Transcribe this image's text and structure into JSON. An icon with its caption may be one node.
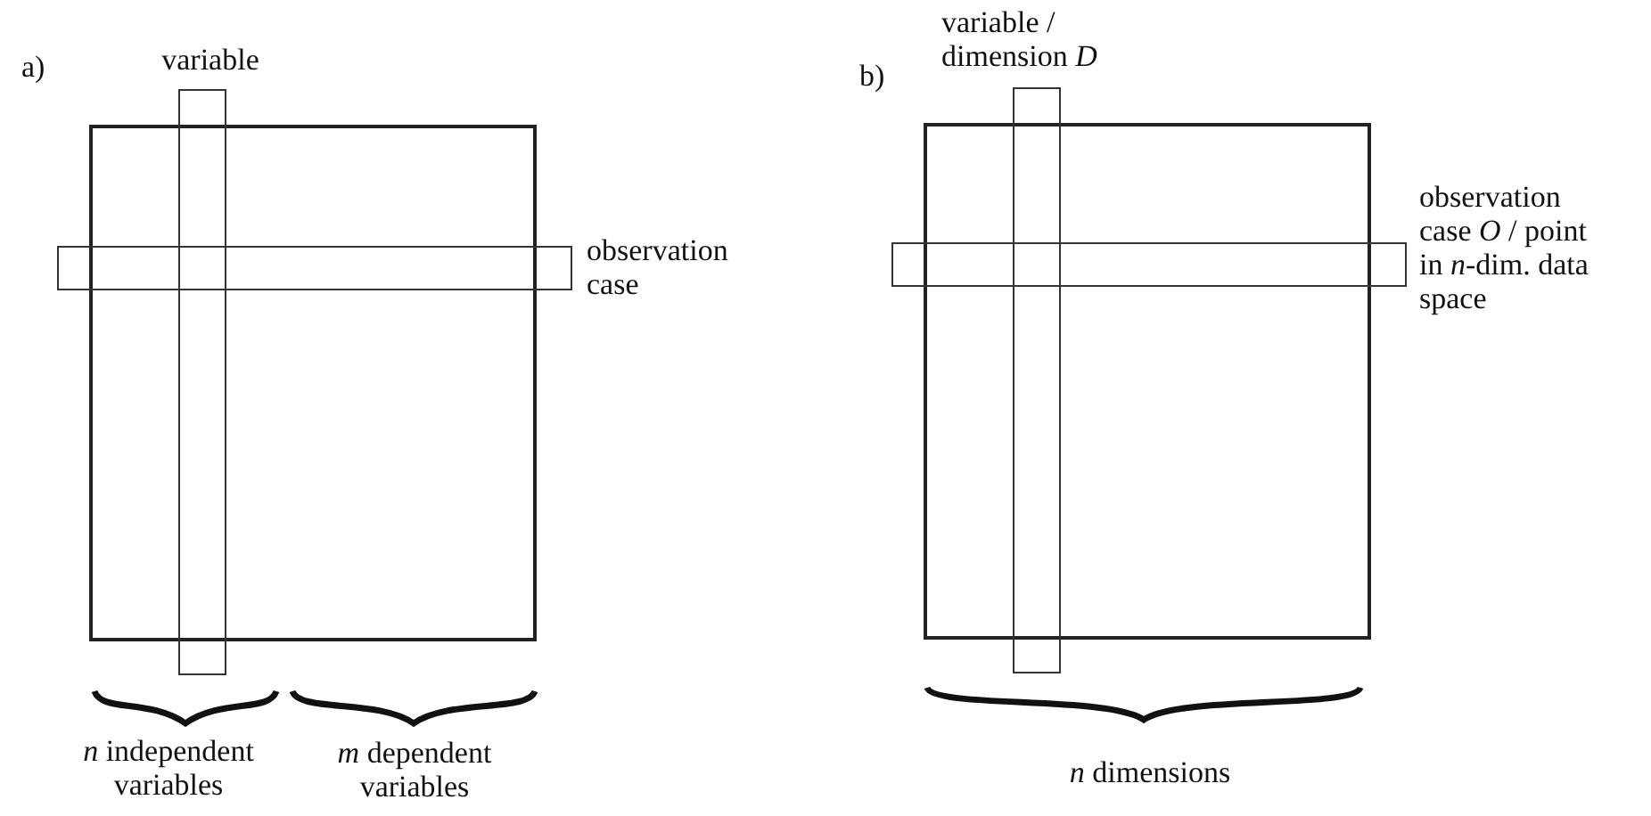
{
  "diagram": {
    "nodes": [
      {
        "text": [],
        "shape": "box"
      },
      {
        "text": [
          "variable"
        ]
      },
      {
        "text": [
          "observation case"
        ]
      },
      {
        "text": [],
        "shape": "box"
      },
      {
        "text": [
          "variable / dimension *D*"
        ]
      },
      {
        "text": [
          "observation case *O* / point in *n*-dim. data space"
        ]
      }
    ],
    "labels": [
      "a)",
      "b)",
      "*n* independent variables",
      "*m* dependent variables",
      "*n* dimensions"
    ]
  }
}
